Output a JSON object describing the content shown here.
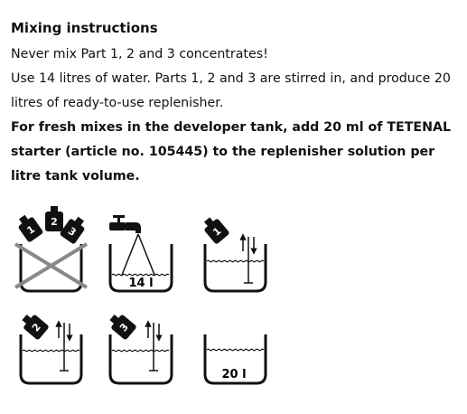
{
  "title": "Mixing instructions",
  "paragraphs": [
    "Never mix Part 1, 2 and 3 concentrates!",
    "Use 14 litres of water. Parts 1, 2 and 3 are stirred in, and produce 20 litres of ready-to-use replenisher."
  ],
  "bold_paragraph": "For fresh mixes in the developer tank, add 20 ml of TETENAL starter (article no. 105445) to the replenisher solution per litre tank volume.",
  "steps": [
    {
      "bottle_labels": [
        "1",
        "2",
        "3"
      ],
      "icon": "crossed-out-tank-icon"
    },
    {
      "volume_label": "14 l",
      "icon": "tap-icon"
    },
    {
      "bottle_labels": [
        "1"
      ],
      "icon": "stirring-rod-icon"
    },
    {
      "bottle_labels": [
        "2"
      ],
      "icon": "stirring-rod-icon"
    },
    {
      "bottle_labels": [
        "3"
      ],
      "icon": "stirring-rod-icon"
    },
    {
      "volume_label": "20 l",
      "icon": "tank-icon"
    }
  ]
}
